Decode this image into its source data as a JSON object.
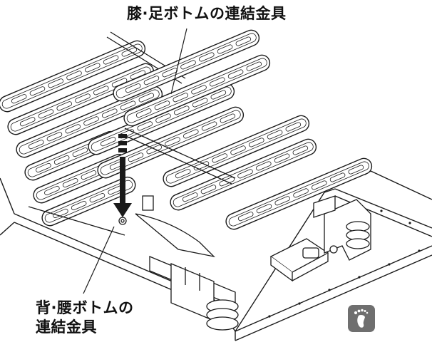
{
  "callouts": {
    "top": "膝·足ボトムの連結金具",
    "bottom_line1": "背·腰ボトムの",
    "bottom_line2": "連結金具"
  },
  "icons": {
    "badge": "foot-icon"
  },
  "colors": {
    "line": "#1a1a1a",
    "badge_bg": "#6f6f6f",
    "badge_fg": "#ffffff"
  }
}
